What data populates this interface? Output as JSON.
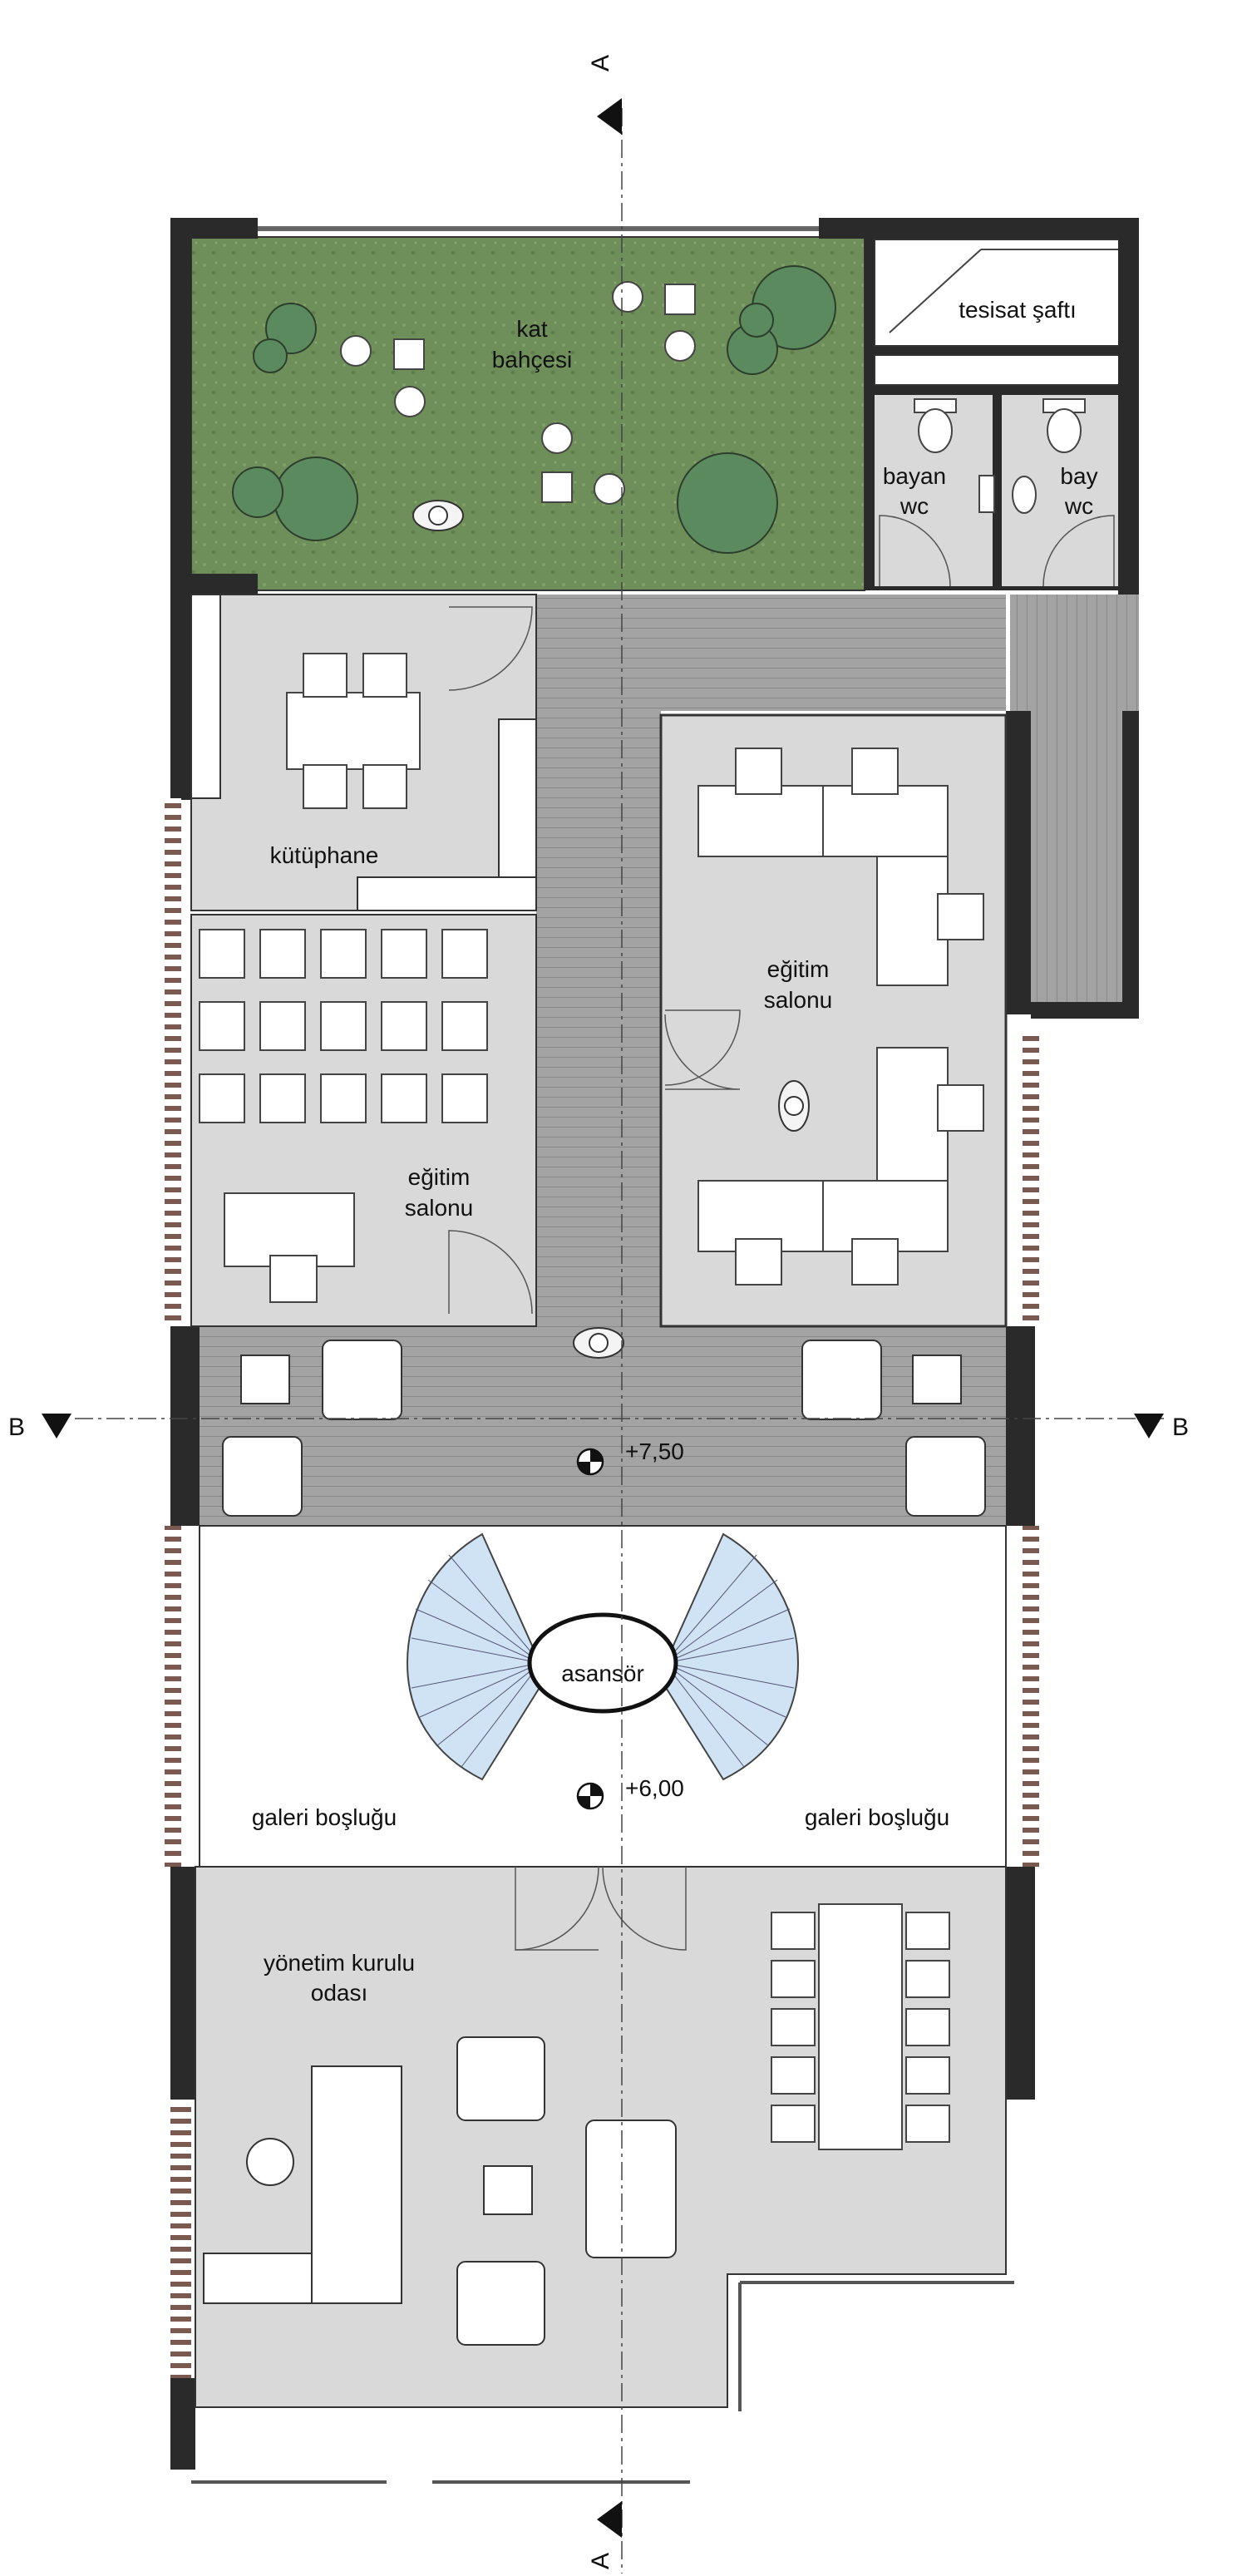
{
  "rooms": {
    "garden_line1": "kat",
    "garden_line2": "bahçesi",
    "shaft": "tesisat şaftı",
    "wc_women_line1": "bayan",
    "wc_women_line2": "wc",
    "wc_men_line1": "bay",
    "wc_men_line2": "wc",
    "library": "kütüphane",
    "training_right_line1": "eğitim",
    "training_right_line2": "salonu",
    "training_left_line1": "eğitim",
    "training_left_line2": "salonu",
    "elevator": "asansör",
    "gallery_left": "galeri boşluğu",
    "gallery_right": "galeri boşluğu",
    "board_line1": "yönetim kurulu",
    "board_line2": "odası"
  },
  "levels": {
    "upper": "+7,50",
    "lower": "+6,00"
  },
  "sections": {
    "a": "A",
    "b": "B"
  },
  "colors": {
    "garden": "#6f8f5a",
    "corridor": "#9a9a9a",
    "room": "#d9d9d9",
    "wall": "#2a2a2a",
    "stair": "#cfe3f5"
  }
}
